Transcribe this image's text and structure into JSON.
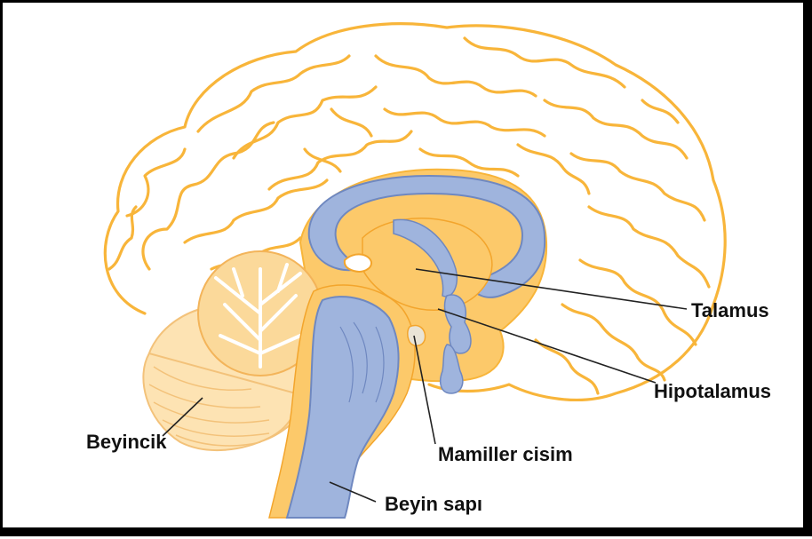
{
  "diagram": {
    "subject": "sagittal-brain-section",
    "labels": {
      "talamus": "Talamus",
      "hipotalamus": "Hipotalamus",
      "mamiller": "Mamiller cisim",
      "beyincik": "Beyincik",
      "beyin_sapi": "Beyin sapı"
    },
    "colors": {
      "cortex_outline": "#f8b53a",
      "inner_orange": "#fcc96a",
      "cerebellum": "#fde3b3",
      "ventricle_blue": "#9fb4dd",
      "ventricle_stroke": "#6f88c0",
      "frame": "#000000"
    }
  }
}
